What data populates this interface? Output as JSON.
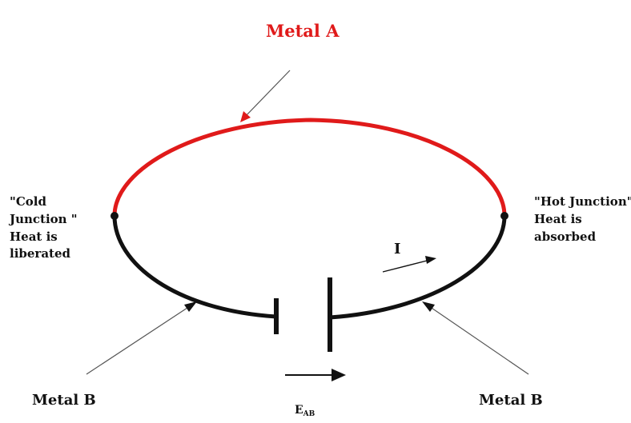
{
  "labels": {
    "metal_a": "Metal A",
    "cold_junction": [
      "\"Cold",
      "Junction \"",
      "Heat is",
      "liberated"
    ],
    "hot_junction": [
      "\"Hot Junction\"",
      "Heat is",
      "absorbed"
    ],
    "metal_b_left": "Metal B",
    "metal_b_right": "Metal B",
    "current": "I",
    "emf": "E",
    "emf_subscript": "AB"
  },
  "colors": {
    "metal_a": "#e01a1a",
    "metal_b": "#111111",
    "text": "#111111"
  }
}
